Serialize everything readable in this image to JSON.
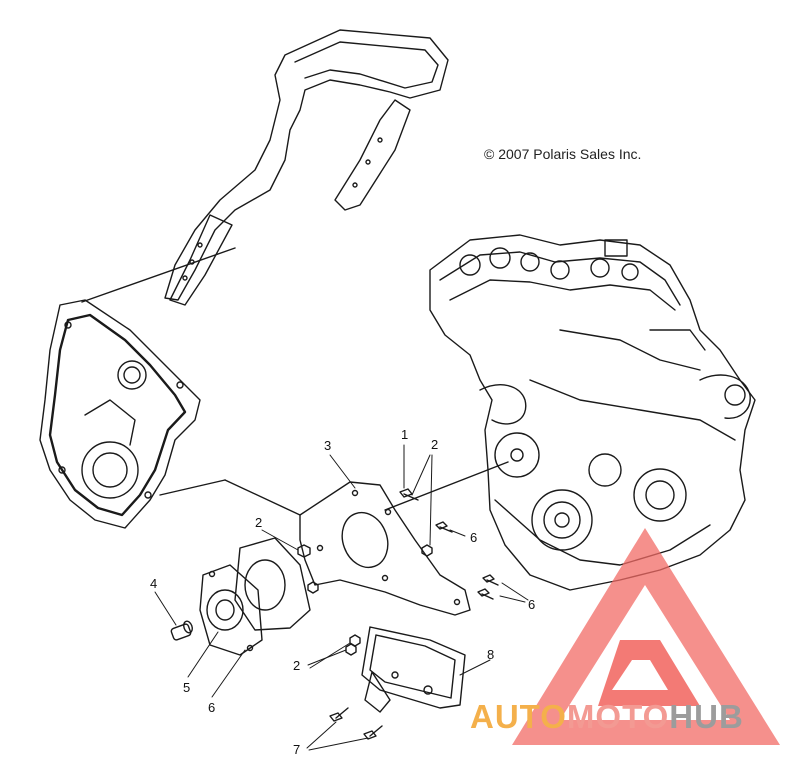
{
  "copyright": "© 2007 Polaris Sales Inc.",
  "callouts": [
    "1",
    "2",
    "2",
    "3",
    "2",
    "4",
    "5",
    "6",
    "6",
    "6",
    "2",
    "7",
    "8"
  ],
  "logo": {
    "part1": "AUTO",
    "part2": "MOTO",
    "part3": "HUB",
    "colors": {
      "auto": "#f4b04b",
      "moto": "#f39a93",
      "hub": "#9c9c9c",
      "triangle": "#f26b66"
    }
  }
}
